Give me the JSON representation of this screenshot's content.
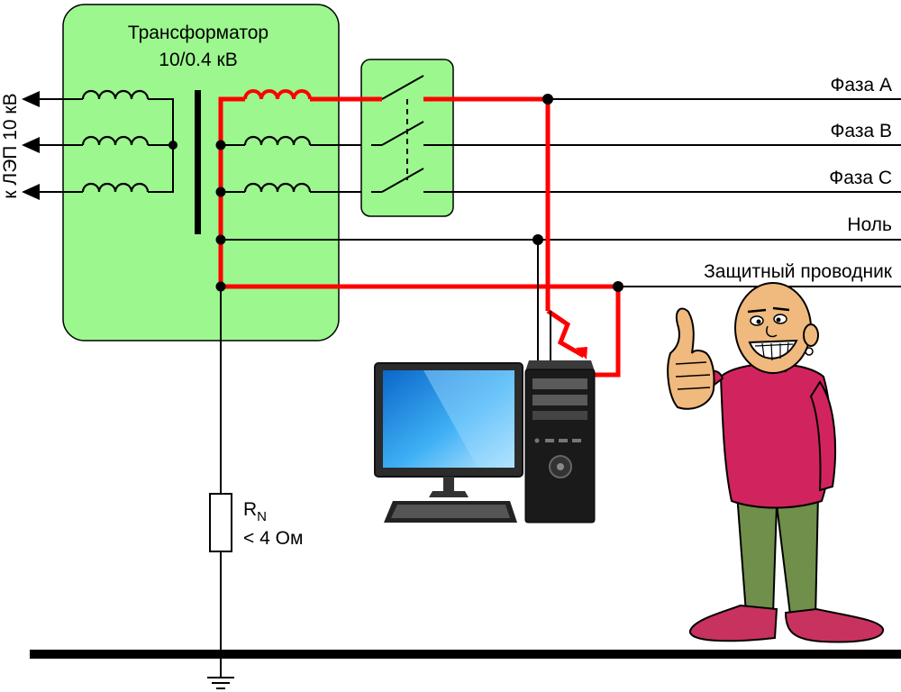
{
  "transformer": {
    "title": "Трансформатор",
    "rating": "10/0.4 кВ"
  },
  "hv_line_label": "к ЛЭП 10 кВ",
  "conductors": {
    "phase_a": "Фаза А",
    "phase_b": "Фаза В",
    "phase_c": "Фаза С",
    "neutral": "Ноль",
    "protective": "Защитный проводник"
  },
  "grounding_resistor": {
    "symbol": "R",
    "subscript": "N",
    "value": "< 4 Ом"
  },
  "colors": {
    "enclosure_fill": "#9cf78e",
    "fault_path": "#ff0000",
    "wire": "#000000"
  }
}
